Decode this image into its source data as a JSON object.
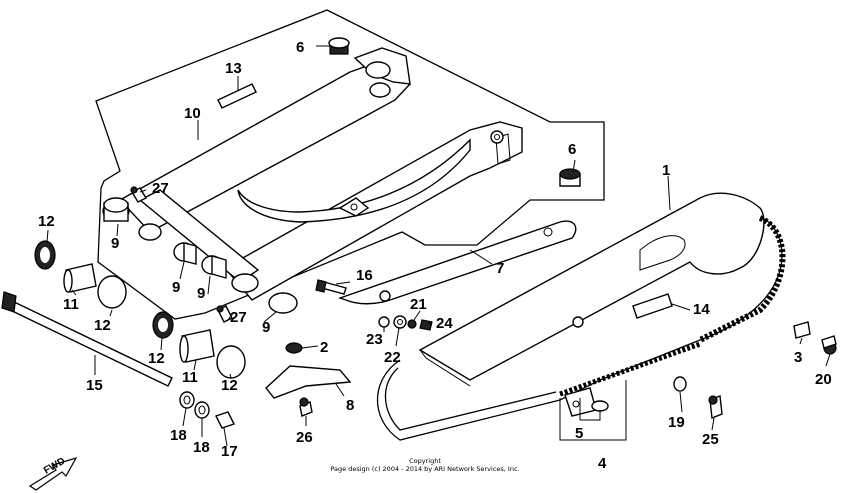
{
  "callouts": {
    "p1": "1",
    "p2": "2",
    "p3": "3",
    "p4": "4",
    "p5": "5",
    "p6a": "6",
    "p6b": "6",
    "p7": "7",
    "p8": "8",
    "p9a": "9",
    "p9b": "9",
    "p9c": "9",
    "p9d": "9",
    "p10": "10",
    "p11a": "11",
    "p11b": "11",
    "p12a": "12",
    "p12b": "12",
    "p12c": "12",
    "p12d": "12",
    "p13": "13",
    "p14": "14",
    "p15": "15",
    "p16": "16",
    "p17": "17",
    "p18a": "18",
    "p18b": "18",
    "p19": "19",
    "p20": "20",
    "p21": "21",
    "p22": "22",
    "p23": "23",
    "p24": "24",
    "p25": "25",
    "p26": "26",
    "p27a": "27",
    "p27b": "27"
  },
  "copyright": {
    "line1": "Copyright",
    "line2": "Page design (c) 2004 - 2014 by ARI Network Services, Inc."
  },
  "fwd_label": "FWD"
}
